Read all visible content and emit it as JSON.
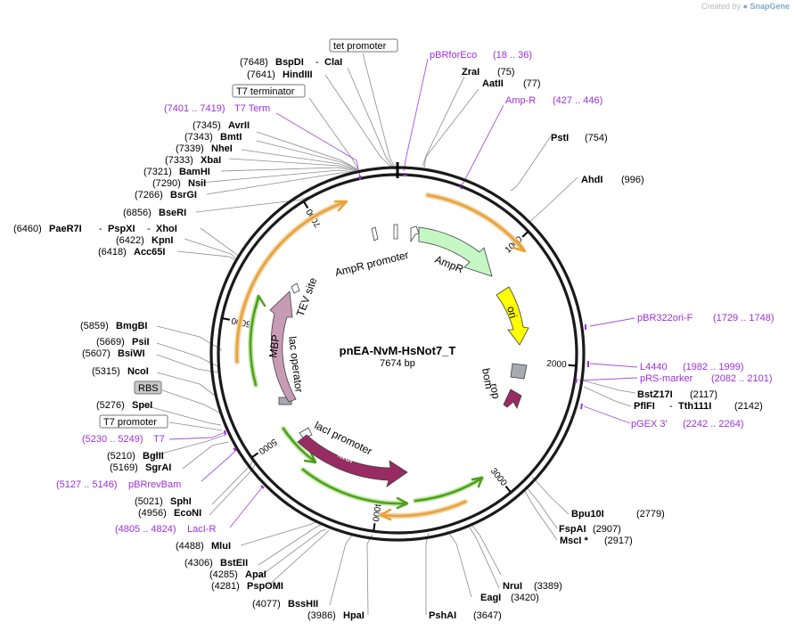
{
  "watermark": {
    "prefix": "Created by",
    "brand": "SnapGene"
  },
  "plasmid": {
    "name": "pnEA-NvM-HsNot7_T",
    "length_label": "7674 bp",
    "length": 7674
  },
  "colors": {
    "feature_label": "#9b30d9",
    "text": "#000000",
    "leader": "#888888",
    "ampr": "#c4f7c4",
    "ori": "#ffff00",
    "mbp": "#c89bb4",
    "laci": "#982b62",
    "rop": "#982b62",
    "bom": "#a8aab2",
    "orange_arc": "#e7a23a",
    "green_arc": "#4f9e1d"
  },
  "tick_labels": [
    "1000",
    "2000",
    "3000",
    "4000",
    "5000",
    "6000",
    "7000"
  ],
  "boxed_labels": [
    "tet promoter",
    "T7 terminator",
    "RBS",
    "T7 promoter"
  ],
  "feature_labels": [
    {
      "name": "pBRforEco",
      "pos": "(18 .. 36)"
    },
    {
      "name": "Amp-R",
      "pos": "(427 .. 446)"
    },
    {
      "name": "T7 Term",
      "pos": "(7401 .. 7419)"
    },
    {
      "name": "pBR322ori-F",
      "pos": "(1729 .. 1748)"
    },
    {
      "name": "L4440",
      "pos": "(1982 .. 1999)"
    },
    {
      "name": "pRS-marker",
      "pos": "(2082 .. 2101)"
    },
    {
      "name": "pGEX 3'",
      "pos": "(2242 .. 2264)"
    },
    {
      "name": "T7",
      "pos": "(5230 .. 5249)"
    },
    {
      "name": "pBRrevBam",
      "pos": "(5127 .. 5146)"
    },
    {
      "name": "LacI-R",
      "pos": "(4805 .. 4824)"
    }
  ],
  "sites": {
    "bspdi": {
      "pos": "(7648)",
      "name": "BspDI",
      "extra": "ClaI"
    },
    "hindiii": {
      "pos": "(7641)",
      "name": "HindIII"
    },
    "avrii": {
      "pos": "(7345)",
      "name": "AvrII"
    },
    "bmti": {
      "pos": "(7343)",
      "name": "BmtI"
    },
    "nhei": {
      "pos": "(7339)",
      "name": "NheI"
    },
    "xbai": {
      "pos": "(7333)",
      "name": "XbaI"
    },
    "bamhi": {
      "pos": "(7321)",
      "name": "BamHI"
    },
    "nsii": {
      "pos": "(7290)",
      "name": "NsiI"
    },
    "bsrgi": {
      "pos": "(7266)",
      "name": "BsrGI"
    },
    "bseri": {
      "pos": "(6856)",
      "name": "BseRI"
    },
    "paer7i": {
      "pos": "(6460)",
      "name": "PaeR7I",
      "extra1": "PspXI",
      "extra2": "XhoI"
    },
    "kpni": {
      "pos": "(6422)",
      "name": "KpnI"
    },
    "acc65i": {
      "pos": "(6418)",
      "name": "Acc65I"
    },
    "bmgbi": {
      "pos": "(5859)",
      "name": "BmgBI"
    },
    "psii": {
      "pos": "(5669)",
      "name": "PsiI"
    },
    "bsiwi": {
      "pos": "(5607)",
      "name": "BsiWI"
    },
    "ncoi": {
      "pos": "(5315)",
      "name": "NcoI"
    },
    "spei": {
      "pos": "(5276)",
      "name": "SpeI"
    },
    "bglii": {
      "pos": "(5210)",
      "name": "BglII"
    },
    "sgrai": {
      "pos": "(5169)",
      "name": "SgrAI"
    },
    "sphi": {
      "pos": "(5021)",
      "name": "SphI"
    },
    "econi": {
      "pos": "(4956)",
      "name": "EcoNI"
    },
    "mlui": {
      "pos": "(4488)",
      "name": "MluI"
    },
    "bsteii": {
      "pos": "(4306)",
      "name": "BstEII"
    },
    "apai": {
      "pos": "(4285)",
      "name": "ApaI"
    },
    "pspomi": {
      "pos": "(4281)",
      "name": "PspOMI"
    },
    "bsshii": {
      "pos": "(4077)",
      "name": "BssHII"
    },
    "hpai": {
      "pos": "(3986)",
      "name": "HpaI"
    },
    "pshai": {
      "name": "PshAI",
      "pos": "(3647)"
    },
    "eagi": {
      "name": "EagI",
      "pos": "(3420)"
    },
    "nrui": {
      "name": "NruI",
      "pos": "(3389)"
    },
    "msci": {
      "name": "MscI *",
      "pos": "(2917)"
    },
    "fspai": {
      "name": "FspAI",
      "pos": "(2907)"
    },
    "bpu10i": {
      "name": "Bpu10I",
      "pos": "(2779)"
    },
    "bstz17i": {
      "name": "BstZ17I",
      "pos": "(2117)"
    },
    "pflfi": {
      "name": "PflFI",
      "extra": "Tth111I",
      "pos": "(2142)"
    },
    "ahdi": {
      "name": "AhdI",
      "pos": "(996)"
    },
    "psti": {
      "name": "PstI",
      "pos": "(754)"
    },
    "zrai": {
      "name": "ZraI",
      "pos": "(75)"
    },
    "aatii": {
      "name": "AatII",
      "pos": "(77)"
    }
  },
  "features": {
    "ampr_promoter": "AmpR promoter",
    "ampr": "AmpR",
    "ori": "ori",
    "bom": "bom",
    "rop": "rop",
    "laci_promoter": "lacI promoter",
    "laci": "lacI",
    "lac_operator": "lac operator",
    "mbp": "MBP",
    "tev_site": "TEV site"
  }
}
